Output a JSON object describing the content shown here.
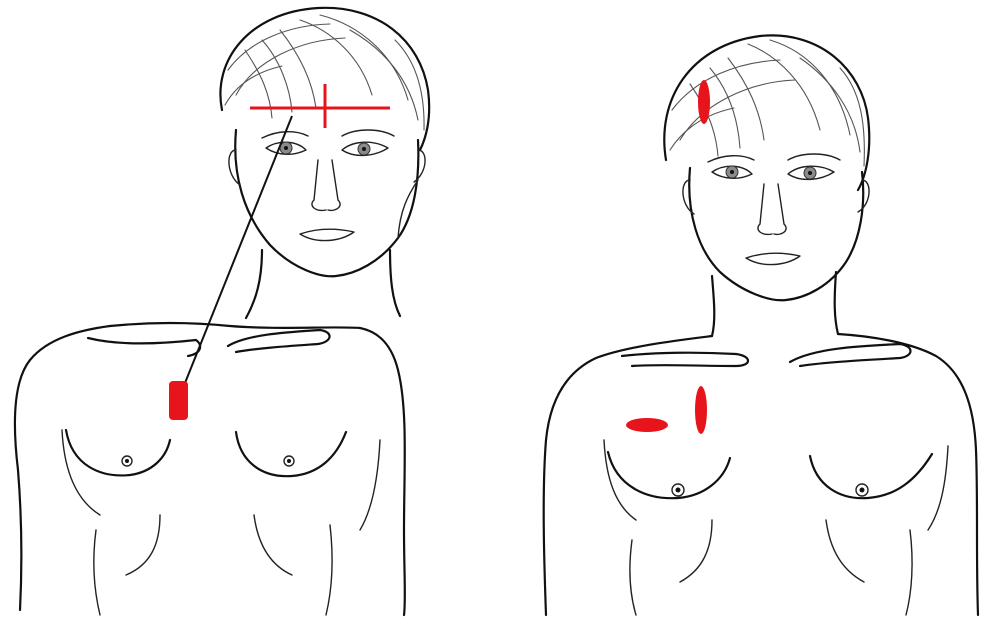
{
  "colors": {
    "background": "#ffffff",
    "line_art": "#111111",
    "marker": "#e8141c"
  },
  "figures": [
    {
      "id": "left",
      "markers": [
        "horizontal-eyebrow-line",
        "vertical-midline",
        "pointer-line",
        "chest-rectangle"
      ]
    },
    {
      "id": "right",
      "markers": [
        "scalp-oval",
        "chest-vertical-oval",
        "chest-horizontal-oval"
      ]
    }
  ]
}
